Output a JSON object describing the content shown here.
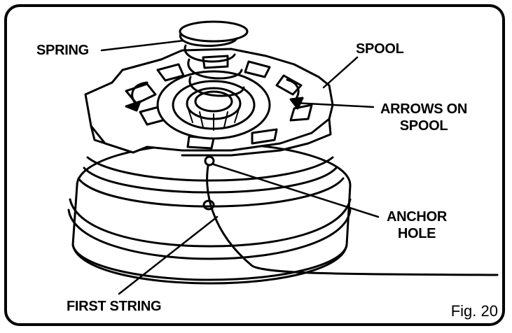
{
  "figure": {
    "caption": "Fig. 20",
    "labels": {
      "spring": "SPRING",
      "spool": "SPOOL",
      "arrows_line1": "ARROWS ON",
      "arrows_line2": "SPOOL",
      "anchor_line1": "ANCHOR",
      "anchor_line2": "HOLE",
      "first_string": "FIRST STRING"
    }
  },
  "colors": {
    "ink": "#000000",
    "paper": "#ffffff"
  }
}
